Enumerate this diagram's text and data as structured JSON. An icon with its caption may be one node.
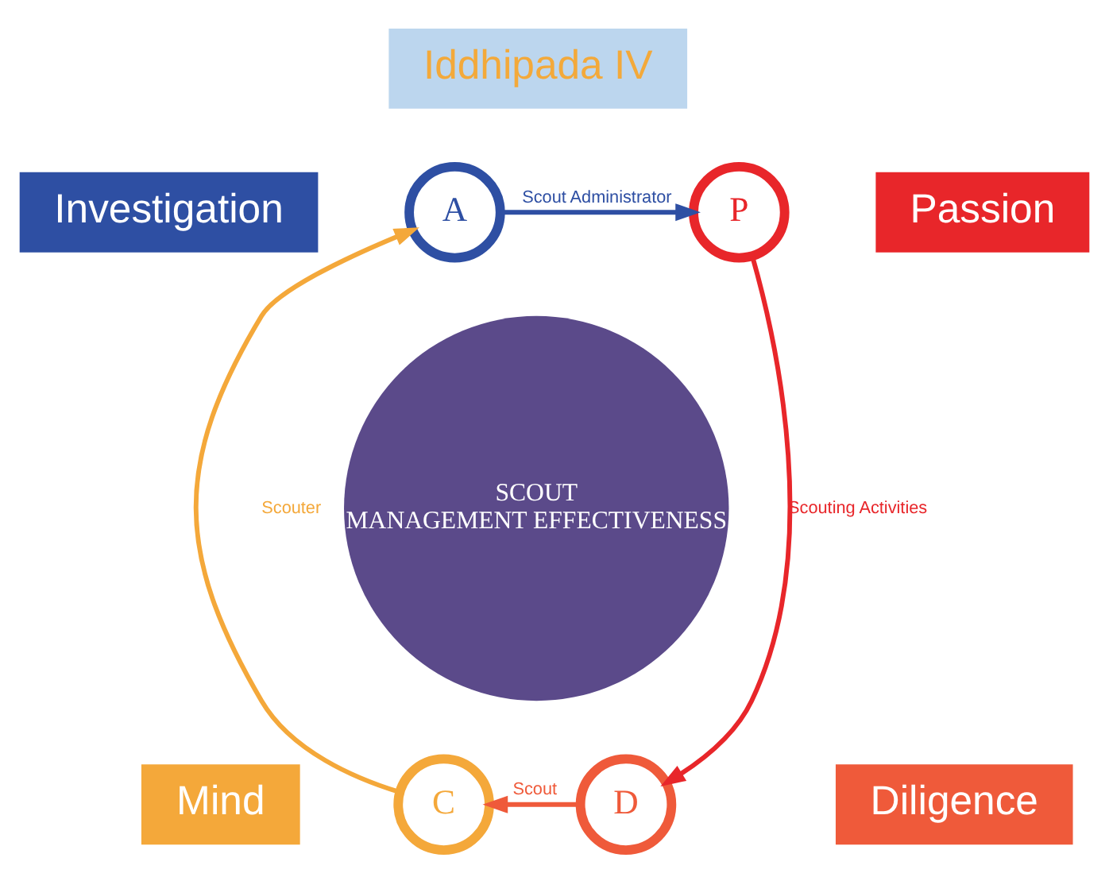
{
  "diagram": {
    "nodes": [
      {
        "text": [
          "Iddhipada IV"
        ]
      },
      {
        "text": [
          "Investigation"
        ]
      },
      {
        "text": [
          "Passion"
        ]
      },
      {
        "text": [
          "Diligence"
        ]
      },
      {
        "text": [
          "Mind"
        ]
      },
      {
        "text": [
          "SCOUT",
          "MANAGEMENT EFFECTIVENESS"
        ]
      },
      {
        "text": [
          "A"
        ]
      },
      {
        "text": [
          "P"
        ]
      },
      {
        "text": [
          "D"
        ]
      },
      {
        "text": [
          "C"
        ]
      }
    ],
    "edges": [
      {
        "from": 6,
        "to": 7,
        "arrow": "to",
        "label": "Scout Administrator",
        "color": "#2e4fa3"
      },
      {
        "from": 7,
        "to": 8,
        "arrow": "to",
        "label": "Scouting Activities",
        "color": "#e8262a"
      },
      {
        "from": 8,
        "to": 9,
        "arrow": "to",
        "label": "Scout",
        "color": "#ef5a3a"
      },
      {
        "from": 9,
        "to": 6,
        "arrow": "to",
        "label": "Scouter",
        "color": "#f4a83a"
      }
    ]
  }
}
